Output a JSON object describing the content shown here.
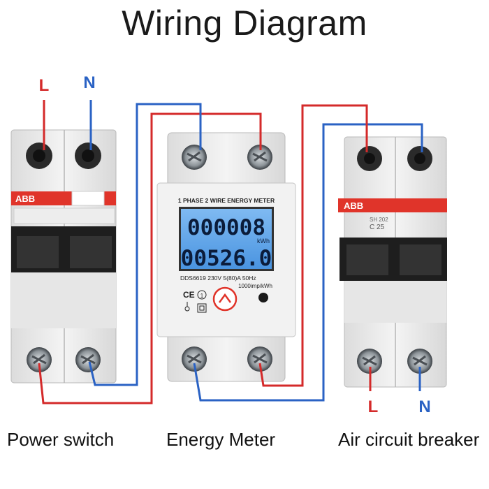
{
  "title": "Wiring Diagram",
  "terminals": {
    "live": "L",
    "neutral": "N",
    "out_live": "L",
    "out_neutral": "N"
  },
  "power_switch": {
    "caption": "Power switch",
    "brand": "ABB"
  },
  "energy_meter": {
    "caption": "Energy Meter",
    "header": "1 PHASE 2 WIRE ENERGY METER",
    "display_top": "000008",
    "display_bottom": "00526.0",
    "unit": "kWh",
    "spec": "DDS6619 230V  5(80)A  50Hz",
    "imp": "1000imp/kWh",
    "ce_mark": "CE"
  },
  "air_breaker": {
    "caption": "Air circuit breaker",
    "brand": "ABB",
    "model": "SH 202",
    "rating": "C 25"
  },
  "colors": {
    "live_wire": "#d42a2a",
    "neutral_wire": "#2a62c4",
    "brand_red": "#e0342a",
    "lcd_blue": "#58a3ec"
  }
}
